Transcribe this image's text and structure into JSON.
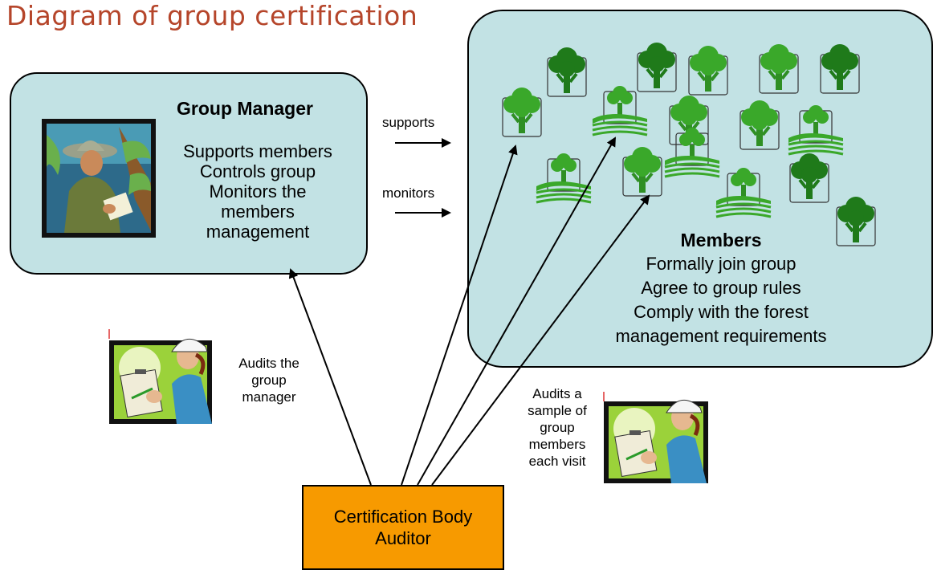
{
  "title": "Diagram of group certification",
  "group_manager": {
    "heading": "Group Manager",
    "lines": [
      "Supports members",
      "Controls group",
      "Monitors the",
      "members",
      "management"
    ]
  },
  "members": {
    "heading": "Members",
    "lines": [
      "Formally join group",
      "Agree to group rules",
      "Comply with the forest",
      "management requirements"
    ]
  },
  "arrows": {
    "supports": "supports",
    "monitors": "monitors"
  },
  "audit_left": {
    "lines": [
      "Audits the",
      "group",
      "manager"
    ]
  },
  "audit_right": {
    "lines": [
      "Audits a",
      "sample of",
      "group",
      "members",
      "each visit"
    ]
  },
  "auditor": {
    "lines": [
      "Certification Body",
      "Auditor"
    ]
  },
  "colors": {
    "title": "#b5452a",
    "box_fill": "#c2e2e4",
    "auditor_fill": "#f79a00",
    "tree_green": "#3aa82a",
    "tree_dark": "#1f7a1a"
  },
  "icons": [
    "forester-clipart",
    "auditor-clipart",
    "tree-icon"
  ]
}
